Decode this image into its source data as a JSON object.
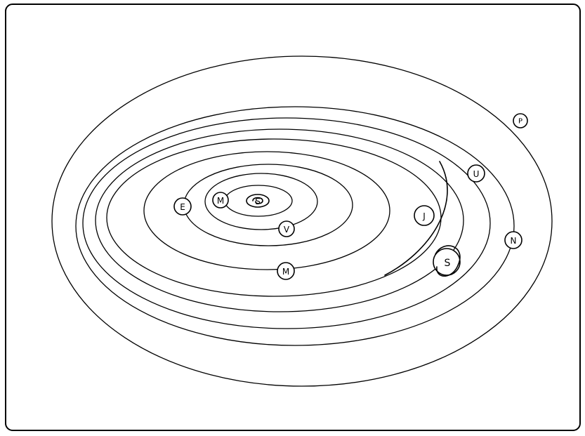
{
  "canvas": {
    "background": "#ffffff",
    "line_color": "#000000"
  },
  "bodies": [
    {
      "id": "sun",
      "label": "S",
      "type": "center"
    },
    {
      "id": "mercury",
      "label": "M"
    },
    {
      "id": "venus",
      "label": "V"
    },
    {
      "id": "earth",
      "label": "E"
    },
    {
      "id": "mars",
      "label": "M"
    },
    {
      "id": "jupiter",
      "label": "J"
    },
    {
      "id": "saturn",
      "label": "S"
    },
    {
      "id": "uranus",
      "label": "U"
    },
    {
      "id": "neptune",
      "label": "N"
    },
    {
      "id": "pluto",
      "label": "P"
    }
  ]
}
